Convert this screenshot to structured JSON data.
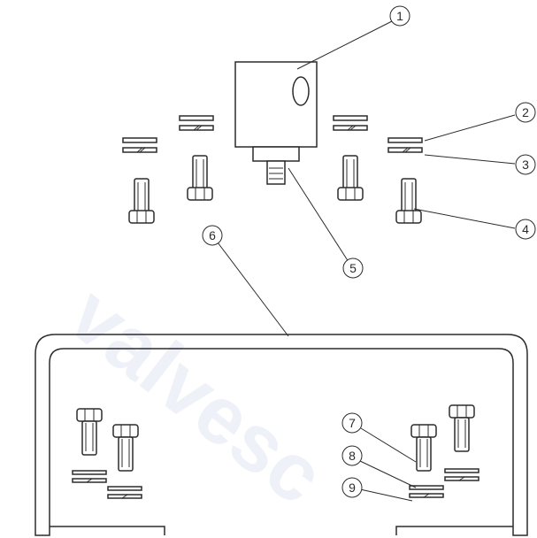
{
  "watermark": {
    "text": "valvesc"
  },
  "callouts": [
    {
      "label": "1"
    },
    {
      "label": "2"
    },
    {
      "label": "3"
    },
    {
      "label": "4"
    },
    {
      "label": "5"
    },
    {
      "label": "6"
    },
    {
      "label": "7"
    },
    {
      "label": "8"
    },
    {
      "label": "9"
    }
  ]
}
